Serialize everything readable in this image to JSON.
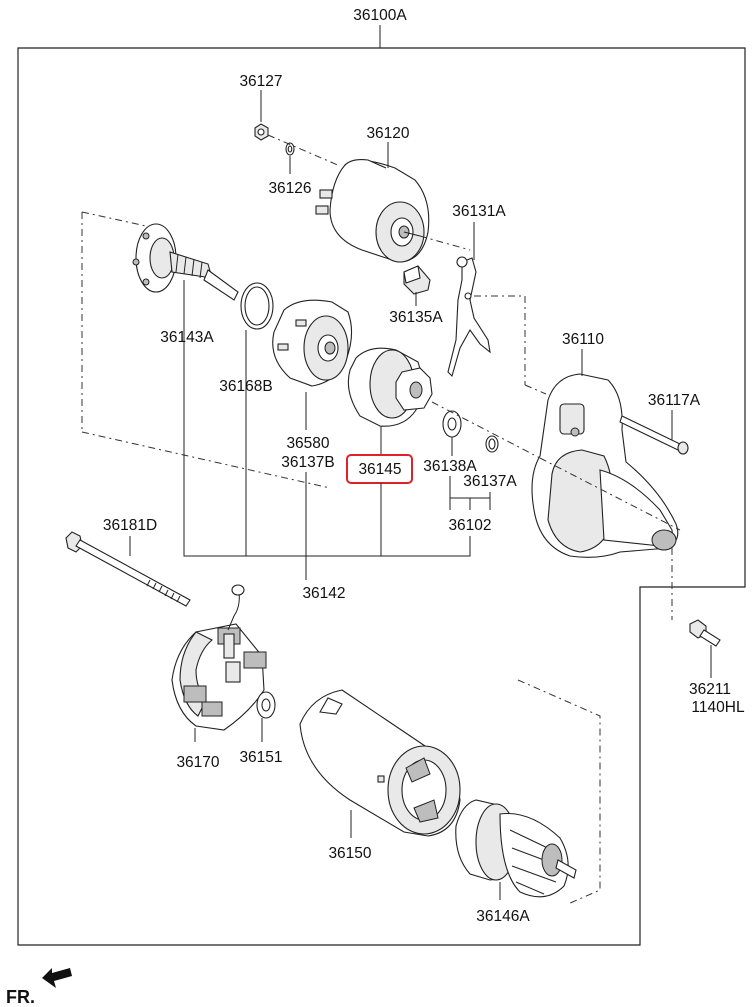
{
  "labels": {
    "assembly": "36100A",
    "nut": "36127",
    "washer_small": "36126",
    "solenoid": "36120",
    "lever": "36131A",
    "holder": "36135A",
    "pinion_shaft": "36143A",
    "gear_ring": "36168B",
    "planet_housing": "36580",
    "planet_housing_b": "36137B",
    "clutch": "36145",
    "washer": "36138A",
    "snap_ring": "36137A",
    "set_102": "36102",
    "front_housing": "36110",
    "front_bolt": "36117A",
    "through_bolt": "36181D",
    "set_142": "36142",
    "mount_bolt": "36211",
    "mount_bolt_alt": "1140HL",
    "brush_holder": "36170",
    "yoke_washer": "36151",
    "yoke": "36150",
    "armature": "36146A"
  },
  "front_indicator": "FR.",
  "highlighted_part": "36145",
  "highlight_color": "#e0202a"
}
